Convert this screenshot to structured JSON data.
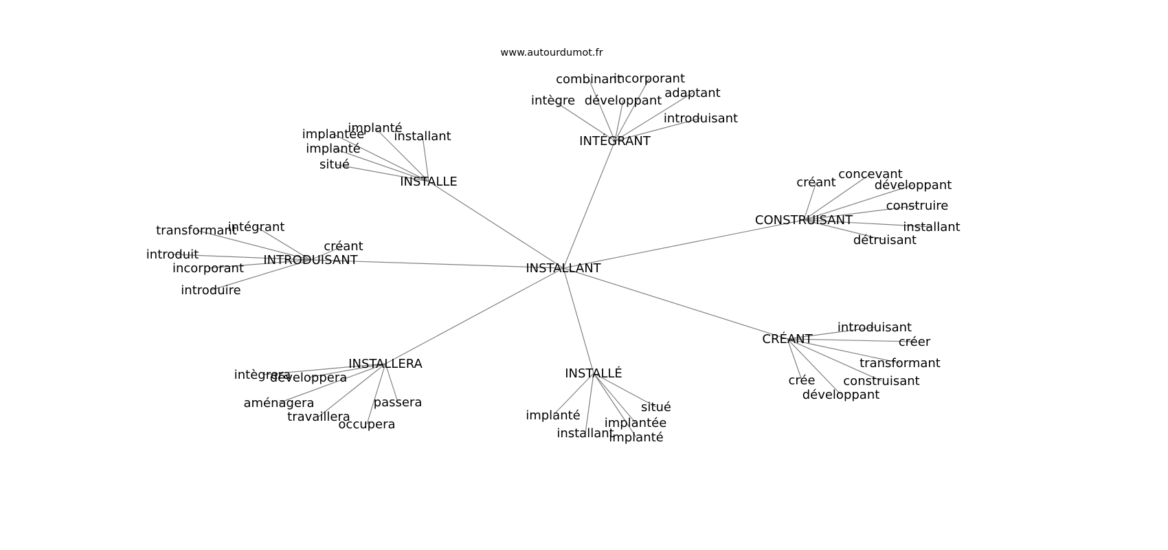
{
  "title": "www.autourdumot.fr",
  "graph": {
    "center": "INSTALLANT",
    "edge_color": "#808080",
    "hubs": [
      {
        "label": "INTÉGRANT",
        "children": [
          "combinant",
          "incorporant",
          "intègre",
          "développant",
          "adaptant",
          "introduisant"
        ]
      },
      {
        "label": "INSTALLE",
        "children": [
          "implantée",
          "implanté",
          "installant",
          "implanté",
          "situé"
        ]
      },
      {
        "label": "INTRODUISANT",
        "children": [
          "transformant",
          "intégrant",
          "créant",
          "introduit",
          "incorporant",
          "introduire"
        ]
      },
      {
        "label": "CONSTRUISANT",
        "children": [
          "créant",
          "concevant",
          "développant",
          "construire",
          "installant",
          "détruisant"
        ]
      },
      {
        "label": "CRÉANT",
        "children": [
          "introduisant",
          "créer",
          "transformant",
          "construisant",
          "crée",
          "développant"
        ]
      },
      {
        "label": "INSTALLÉ",
        "children": [
          "implanté",
          "installant",
          "implantée",
          "implanté",
          "situé"
        ]
      },
      {
        "label": "INSTALLERA",
        "children": [
          "intègrera",
          "développera",
          "aménagera",
          "travaillera",
          "passera",
          "occupera"
        ]
      }
    ]
  }
}
